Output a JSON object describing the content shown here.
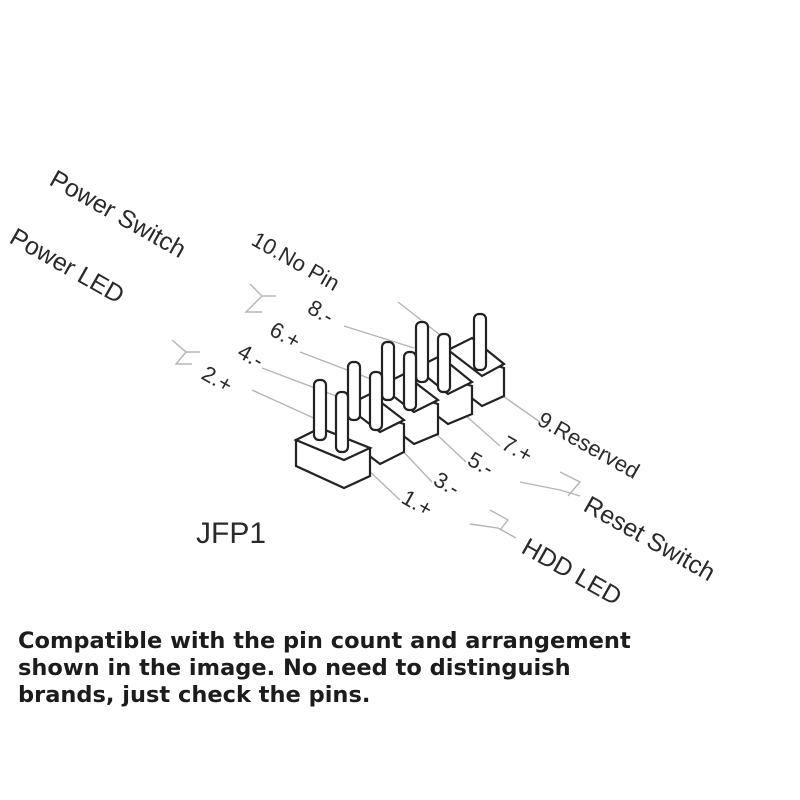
{
  "header_name": "JFP1",
  "groups": {
    "power_switch": "Power Switch",
    "power_led": "Power LED",
    "reset_switch": "Reset Switch",
    "hdd_led": "HDD LED"
  },
  "pins": {
    "p10": "10.No Pin",
    "p8": "8.-",
    "p6": "6.+",
    "p4": "4.-",
    "p2": "2.+",
    "p9": "9.Reserved",
    "p7": "7.+",
    "p5": "5.-",
    "p3": "3.-",
    "p1": "1.+"
  },
  "caption": "Compatible with the pin count and arrangement shown in the image. No need to distinguish brands, just check the pins."
}
